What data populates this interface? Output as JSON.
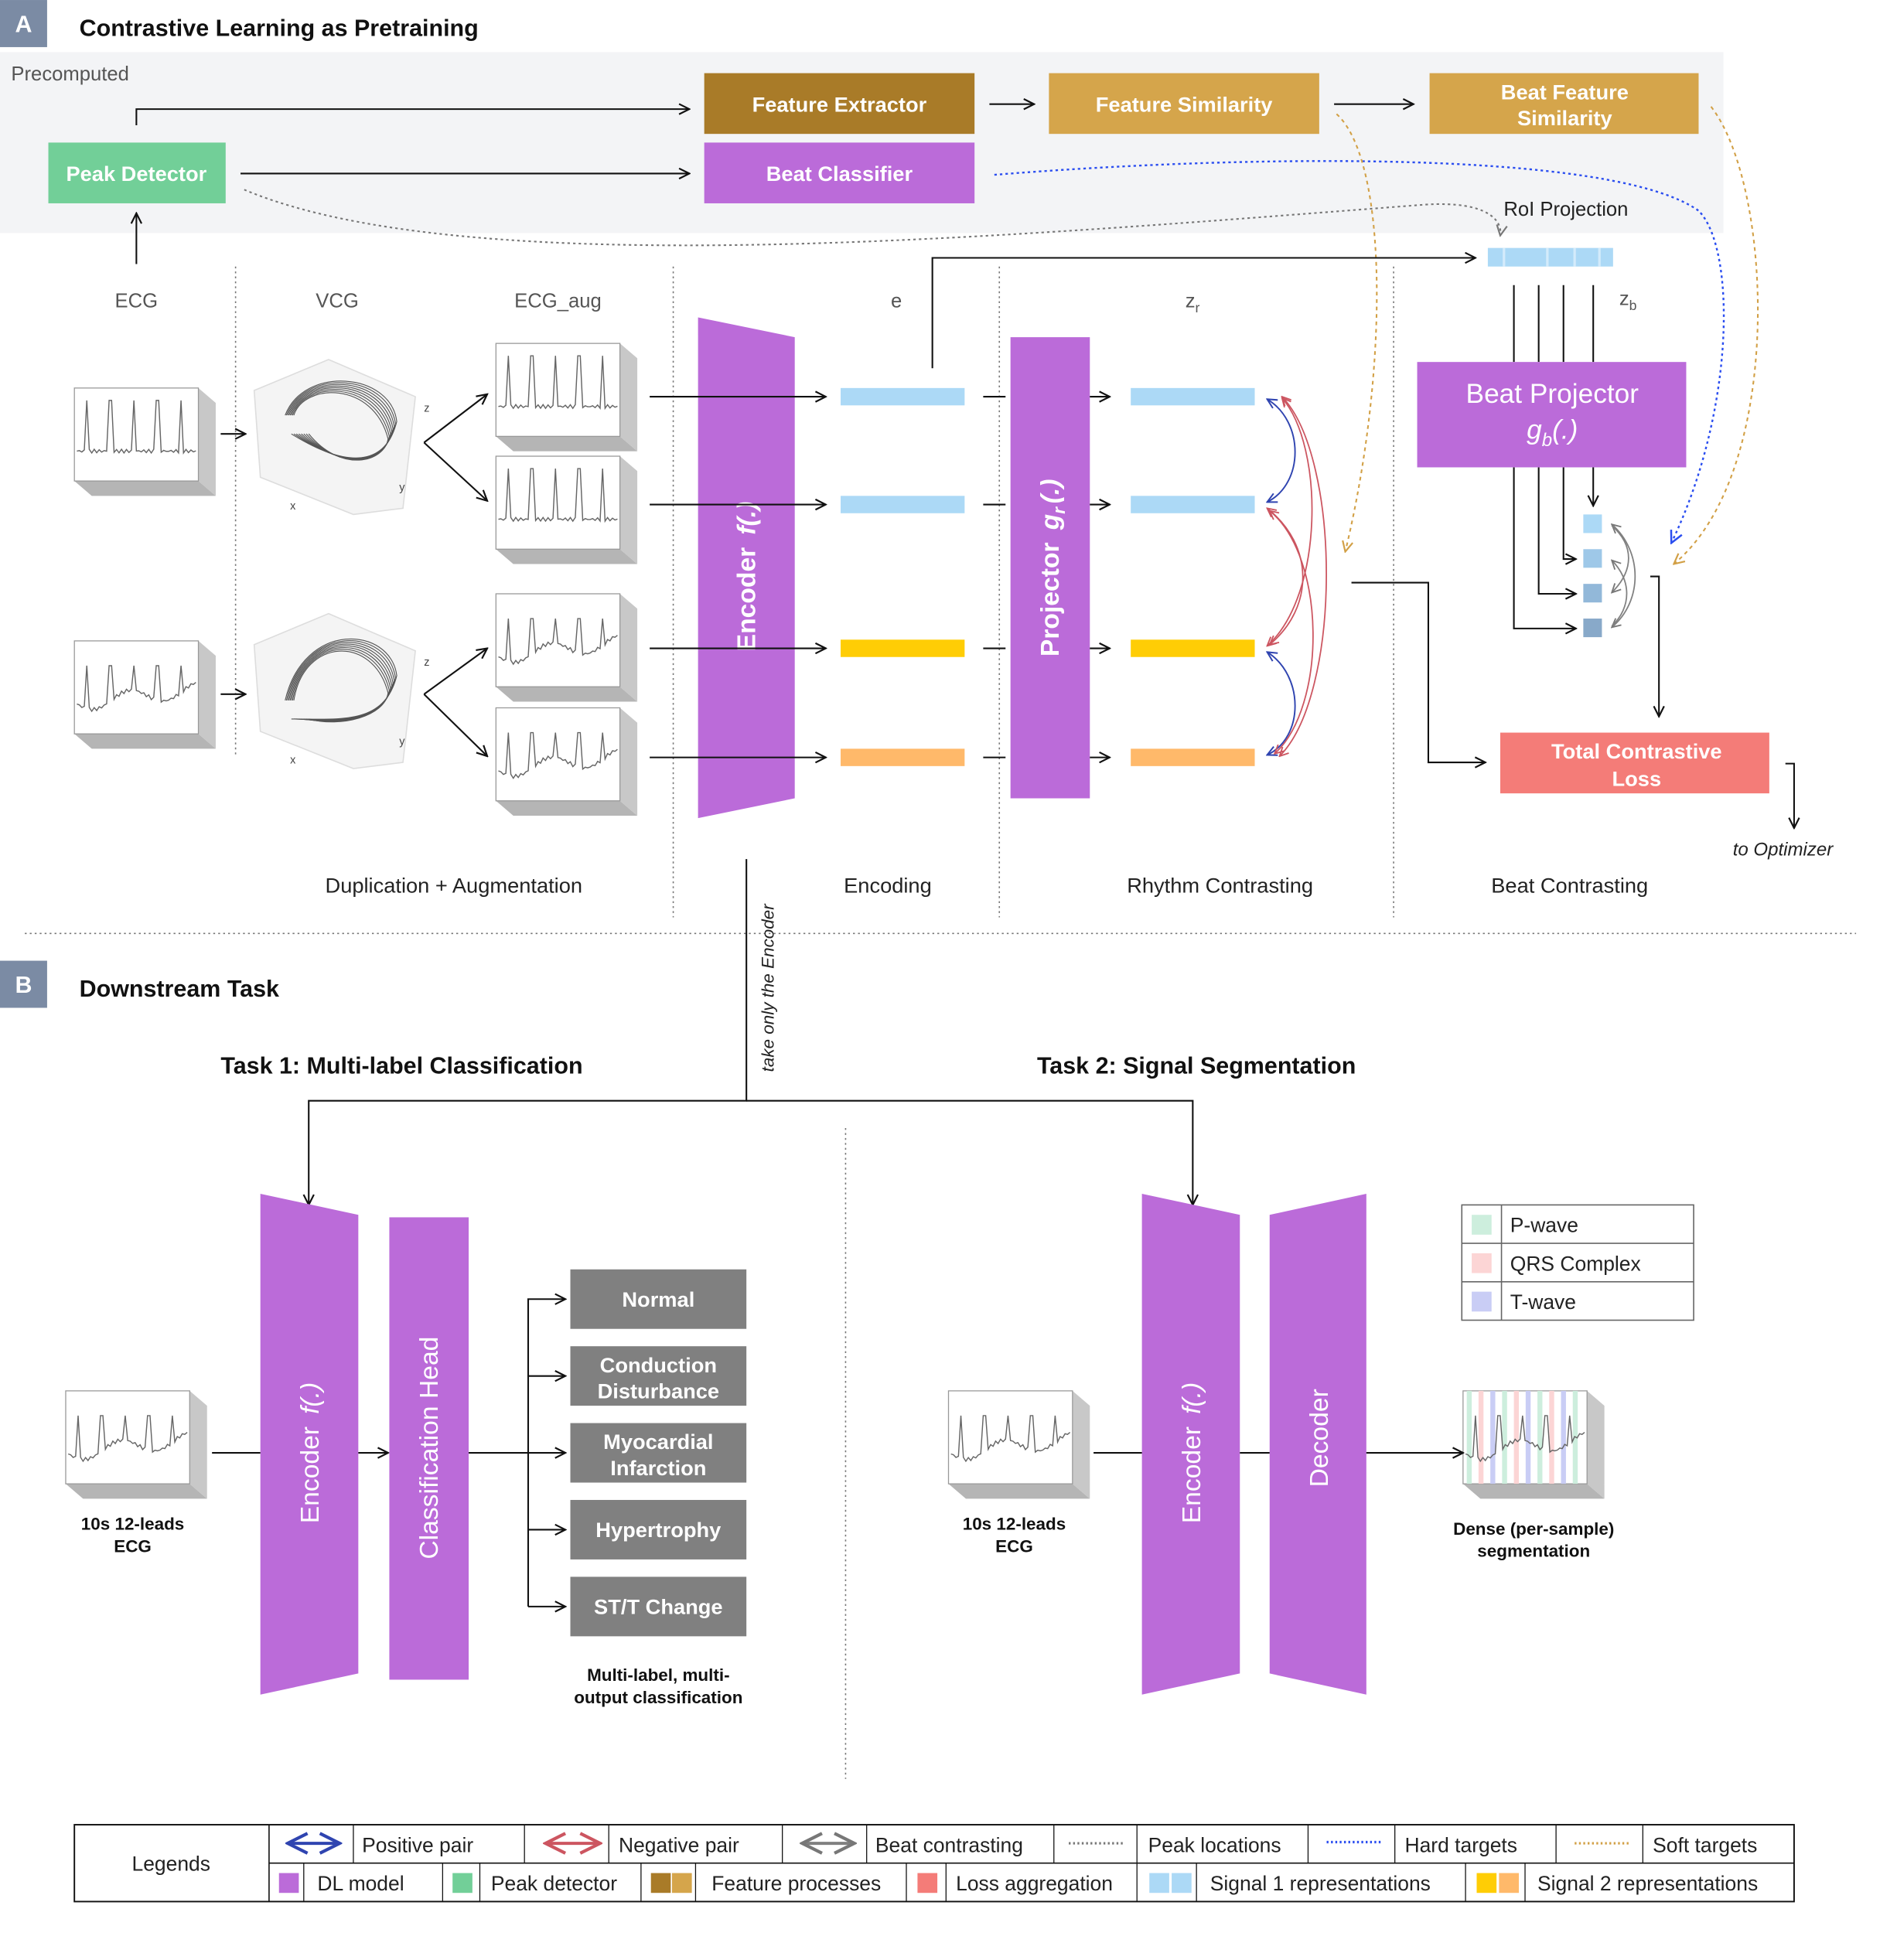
{
  "colors": {
    "dl_model": "#bb6bd9",
    "peak_detector": "#72cf98",
    "feature_dark": "#a97b28",
    "feature_light": "#d5a54b",
    "loss": "#f47c78",
    "signal1": "#acd9f6",
    "signal2_a": "#ffcd05",
    "signal2_b": "#ffb96a",
    "positive": "#2f44b0",
    "negative": "#cc5560",
    "beat": "#808080",
    "hard": "#2b4ef0",
    "soft": "#d2a046",
    "panel_label": "#7b8ba4",
    "output_box": "#808080",
    "p_wave": "#cdeedd",
    "qrs": "#fcd5d5",
    "t_wave": "#c9cdf5"
  },
  "panel_a": {
    "label": "A",
    "title": "Contrastive Learning as Pretraining",
    "precomputed": "Precomputed",
    "feature_extractor": "Feature Extractor",
    "feature_similarity": "Feature Similarity",
    "beat_feature_similarity": [
      "Beat Feature",
      "Similarity"
    ],
    "peak_detector": "Peak Detector",
    "beat_classifier": "Beat Classifier",
    "roi_projection": "RoI Projection",
    "col_ecg": "ECG",
    "col_vcg": "VCG",
    "col_ecg_aug": "ECG_aug",
    "col_e": "e",
    "col_zr": {
      "base": "z",
      "sub": "r"
    },
    "col_zb": {
      "base": "z",
      "sub": "b"
    },
    "encoder": {
      "name": "Encoder",
      "fn": "f(.)"
    },
    "projector": {
      "name": "Projector",
      "fn": "g",
      "sub": "r",
      "args": "(.)"
    },
    "beat_projector": {
      "name": "Beat Projector",
      "fn": "g",
      "sub": "b",
      "args": "(.)"
    },
    "total_loss": [
      "Total Contrastive",
      "Loss"
    ],
    "to_optimizer": "to Optimizer",
    "axis_x": "x",
    "axis_y": "y",
    "axis_z": "z",
    "stages": [
      "Duplication + Augmentation",
      "Encoding",
      "Rhythm Contrasting",
      "Beat Contrasting"
    ]
  },
  "panel_b": {
    "label": "B",
    "title": "Downstream Task",
    "take_encoder": "take only the Encoder",
    "task1": {
      "title": "Task 1: Multi-label Classification",
      "input": [
        "10s 12-leads",
        "ECG"
      ],
      "encoder": {
        "name": "Encoder",
        "fn": "f(.)"
      },
      "head": "Classification Head",
      "outputs": [
        [
          "Normal"
        ],
        [
          "Conduction",
          "Disturbance"
        ],
        [
          "Myocardial",
          "Infarction"
        ],
        [
          "Hypertrophy"
        ],
        [
          "ST/T Change"
        ]
      ],
      "caption": [
        "Multi-label, multi-",
        "output classification"
      ]
    },
    "task2": {
      "title": "Task 2: Signal Segmentation",
      "input": [
        "10s 12-leads",
        "ECG"
      ],
      "encoder": {
        "name": "Encoder",
        "fn": "f(.)"
      },
      "decoder": "Decoder",
      "caption": [
        "Dense (per-sample)",
        "segmentation"
      ],
      "seg_legend": [
        "P-wave",
        "QRS Complex",
        "T-wave"
      ]
    }
  },
  "legend": {
    "title": "Legends",
    "row1": [
      "Positive pair",
      "Negative pair",
      "Beat contrasting",
      "Peak locations",
      "Hard targets",
      "Soft targets"
    ],
    "row2": [
      "DL model",
      "Peak detector",
      "Feature processes",
      "Loss aggregation",
      "Signal 1 representations",
      "Signal 2 representations"
    ]
  }
}
